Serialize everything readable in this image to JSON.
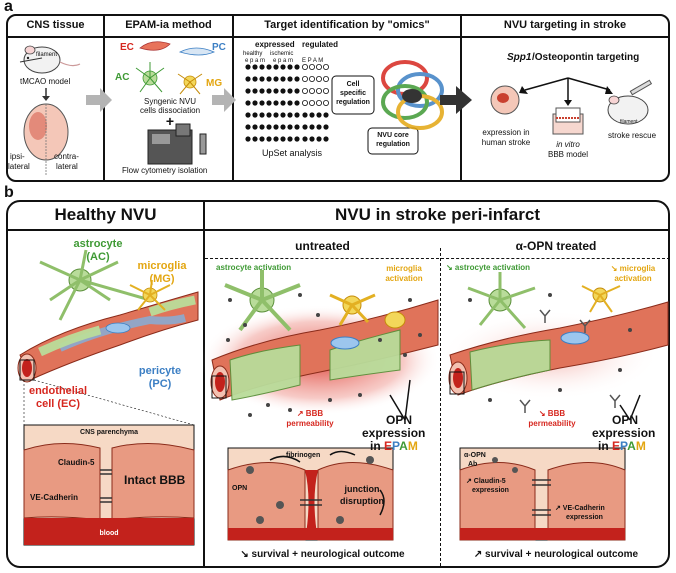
{
  "panel_a": {
    "letter": "a",
    "sections": {
      "cns": {
        "title": "CNS tissue",
        "filament": "filament",
        "model": "tMCAO model",
        "ipsi_1": "ipsi-",
        "ipsi_2": "lateral",
        "contra_1": "contra-",
        "contra_2": "lateral"
      },
      "epam": {
        "title": "EPAM-ia method",
        "ec": "EC",
        "pc": "PC",
        "ac": "AC",
        "mg": "MG",
        "dissoc_1": "Syngenic NVU",
        "dissoc_2": "cells dissociation",
        "plus": "+",
        "flow": "Flow cytometry isolation"
      },
      "omics": {
        "title": "Target identification by \"omics\"",
        "expressed": "expressed",
        "regulated": "regulated",
        "healthy": "healthy",
        "ischemic": "ischemic",
        "cols_left": "e p a m",
        "cols_mid": "e p a m",
        "cols_right": "E P A M",
        "cell_specific_1": "Cell",
        "cell_specific_2": "specific",
        "cell_specific_3": "regulation",
        "core_1": "NVU core",
        "core_2": "regulation",
        "upset": "UpSet analysis"
      },
      "nvu": {
        "title": "NVU targeting in stroke",
        "spp1": "Spp1",
        "osteopontin": "/Osteopontin targeting",
        "exp_1": "expression in",
        "exp_2": "human stroke",
        "invitro_1": "in vitro",
        "invitro_2": "BBB model",
        "rescue": "stroke rescue",
        "filament": "filament"
      }
    }
  },
  "panel_b": {
    "letter": "b",
    "healthy": {
      "title": "Healthy NVU",
      "astro_1": "astrocyte",
      "astro_2": "(AC)",
      "micro_1": "microglia",
      "micro_2": "(MG)",
      "endo_1": "endothelial",
      "endo_2": "cell (EC)",
      "peri_1": "pericyte",
      "peri_2": "(PC)",
      "parenchyma": "CNS parenchyma",
      "claudin": "Claudin-5",
      "ve": "VE-Cadherin",
      "intact": "Intact BBB",
      "blood": "blood"
    },
    "stroke": {
      "title": "NVU in stroke peri-infarct",
      "untreated": {
        "title": "untreated",
        "astro_act": "astrocyte activation",
        "micro_1": "microglia",
        "micro_2": "activation",
        "bbb_1": "↗ BBB",
        "bbb_2": "permeability",
        "opn_1": "OPN",
        "opn_2": "expression",
        "opn_3": "in",
        "fibrinogen": "fibrinogen",
        "opn_label": "OPN",
        "junction_1": "junction",
        "junction_2": "disruption",
        "outcome": "↘ survival + neurological outcome"
      },
      "treated": {
        "title": "α-OPN treated",
        "astro_act": "↘ astrocyte activation",
        "micro_1": "↘ microglia",
        "micro_2": "activation",
        "bbb_1": "↘ BBB",
        "bbb_2": "permeability",
        "opn_1": "OPN",
        "opn_2": "expression",
        "opn_3": "in",
        "ab_1": "α-OPN",
        "ab_2": "Ab",
        "claudin_1": "↗ Claudin-5",
        "claudin_2": "expression",
        "ve_1": "↗ VE-Cadherin",
        "ve_2": "expression",
        "outcome": "↗ survival + neurological outcome"
      }
    },
    "epam_letters": [
      "E",
      "P",
      "A",
      "M"
    ]
  },
  "colors": {
    "ec": "#d6271f",
    "pc": "#3c7fc4",
    "ac": "#3f9a35",
    "mg": "#e3a611",
    "astro_fill": "#b9dc9a",
    "micro_fill": "#f3d75a",
    "vessel": "#e0735a",
    "tissue": "#efb28f",
    "blood": "#c3221c",
    "arrow_gray": "#9e9e9e",
    "arrow_dark": "#333333"
  }
}
